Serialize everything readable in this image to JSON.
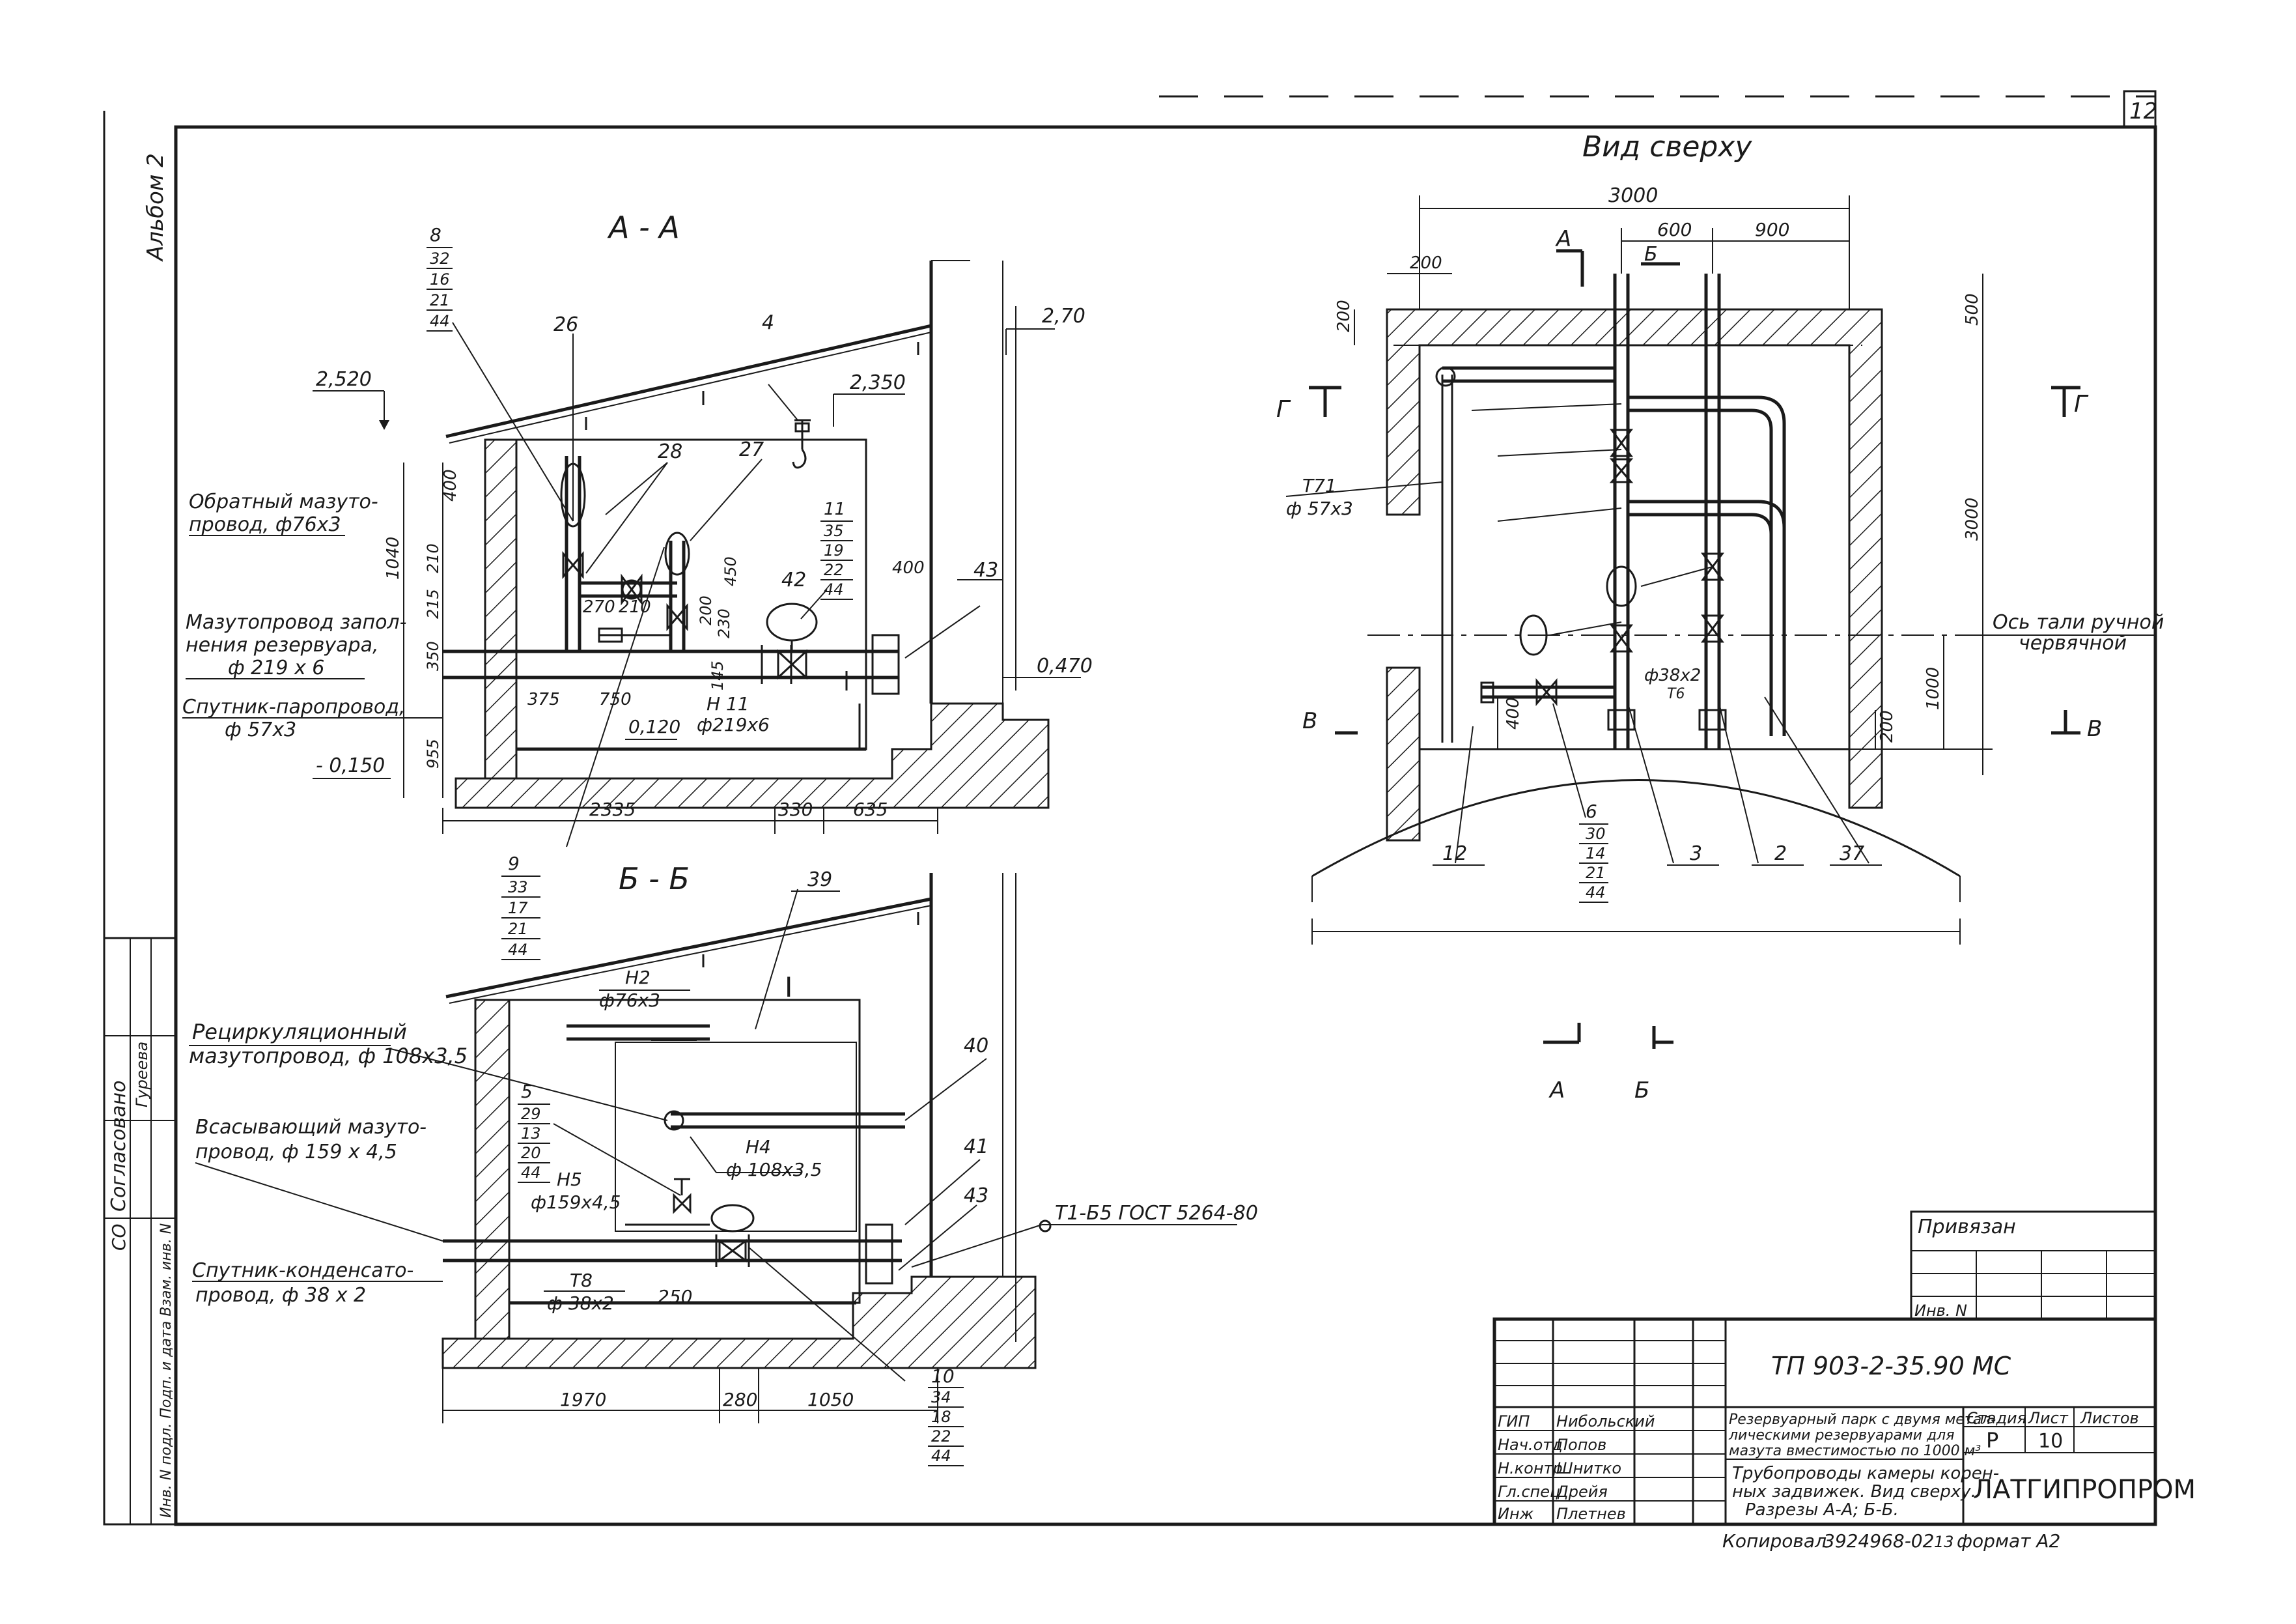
{
  "sheet": {
    "sheet_number": "12",
    "album_label": "Альбом 2",
    "format_label": "формат А2",
    "copied_label": "Копировал",
    "copied_code": "3924968-02",
    "copied_number": "13"
  },
  "views": {
    "section_aa": "А - А",
    "section_bb": "Б - Б",
    "top_view": "Вид сверху",
    "detail_mark": "I"
  },
  "aa": {
    "callout_left": [
      "8",
      "32",
      "16",
      "21",
      "44"
    ],
    "callout_9": [
      "9",
      "33",
      "17",
      "21",
      "44"
    ],
    "callout_11": [
      "11",
      "35",
      "19",
      "22",
      "44"
    ],
    "pos_26": "26",
    "pos_28": "28",
    "pos_27": "27",
    "pos_4": "4",
    "pos_42": "42",
    "pos_43": "43",
    "lev_2520": "2,520",
    "lev_2350": "2,350",
    "lev_270": "2,70",
    "lev_0470": "0,470",
    "lev_0120": "0,120",
    "lev_m0150": "- 0,150",
    "pipe_return": [
      "Обратный мазуто-",
      "провод, ф76х3"
    ],
    "pipe_fill": [
      "Мазутопровод запол-",
      "нения резервуара,",
      "ф 219 х 6"
    ],
    "pipe_steam": [
      "Спутник-паропровод,",
      "ф 57х3"
    ],
    "h11_label": "Н 11",
    "h11_dia": "ф219х6",
    "dims_vert": [
      "400",
      "1040",
      "215",
      "210",
      "350",
      "955"
    ],
    "dims_inner": [
      "270",
      "210",
      "450",
      "200",
      "230",
      "145",
      "375",
      "750",
      "400"
    ],
    "dims_bottom": [
      "2335",
      "330",
      "635"
    ]
  },
  "bb": {
    "pos_39": "39",
    "pos_40": "40",
    "pos_41": "41",
    "pos_43": "43",
    "callout_5": [
      "5",
      "29",
      "13",
      "20",
      "44"
    ],
    "callout_10": [
      "10",
      "34",
      "18",
      "22",
      "44"
    ],
    "h2": "Н2",
    "h2_dia": "ф76х3",
    "h4": "Н4",
    "h4_dia": "ф 108х3,5",
    "h5": "Н5",
    "h5_dia": "ф159х4,5",
    "t8": "Т8",
    "t8_dia": "ф 38х2",
    "pipe_recirc": [
      "Рециркуляционный",
      "мазутопровод, ф 108х3,5"
    ],
    "pipe_suction": [
      "Всасывающий мазуто-",
      "провод, ф 159 х 4,5"
    ],
    "pipe_cond": [
      "Спутник-конденсато-",
      "провод, ф 38 х 2"
    ],
    "gost": "Т1-Б5 ГОСТ 5264-80",
    "dim_250": "250",
    "dims_bottom": [
      "1970",
      "280",
      "1050"
    ]
  },
  "top": {
    "dim_3000": "3000",
    "dim_600": "600",
    "dim_900": "900",
    "dim_200_left": "200",
    "dim_200_side": "200",
    "dim_500": "500",
    "dim_3000_side": "3000",
    "dim_1000": "1000",
    "dim_200_bottom": "200",
    "dim_400": "400",
    "sec_a": "А",
    "sec_b": "Б",
    "sec_g": "Г",
    "sec_v": "В",
    "t71": "Т71",
    "t71_dia": "ф 57х3",
    "t6_dia": "ф38х2",
    "t6": "Т6",
    "axis_label": [
      "Ось тали ручной",
      "червячной"
    ],
    "pos_12": "12",
    "pos_3": "3",
    "pos_2": "2",
    "pos_37": "37",
    "callout_6": [
      "6",
      "30",
      "14",
      "21",
      "44"
    ]
  },
  "stamp_side": {
    "agreed": "Согласовано",
    "approved": "Гуреева",
    "row1": "СО",
    "side_list": "Инв. N подл. Подп. и дата Взам. инв. N"
  },
  "titleblock": {
    "bound": "Привязан",
    "inv_no": "Инв. N",
    "code": "ТП  903-2-35.90  МС",
    "roles": [
      "ГИП",
      "Нач.отд",
      "Н.контр",
      "Гл.спец",
      "Инж"
    ],
    "names": [
      "Нибольский",
      "Попов",
      "Шнитко",
      "Дрейя",
      "Плетнев"
    ],
    "project": [
      "Резервуарный парк с двумя метал-",
      "лическими резервуарами для",
      "мазута вместимостью по 1000 м³"
    ],
    "stage_h": "Стадия",
    "sheet_h": "Лист",
    "sheets_h": "Листов",
    "stage": "Р",
    "sheet": "10",
    "drawing": [
      "Трубопроводы камеры корен-",
      "ных задвижек. Вид сверху.",
      "Разрезы А-А; Б-Б."
    ],
    "org": "ЛАТГИПРОПРОМ"
  }
}
